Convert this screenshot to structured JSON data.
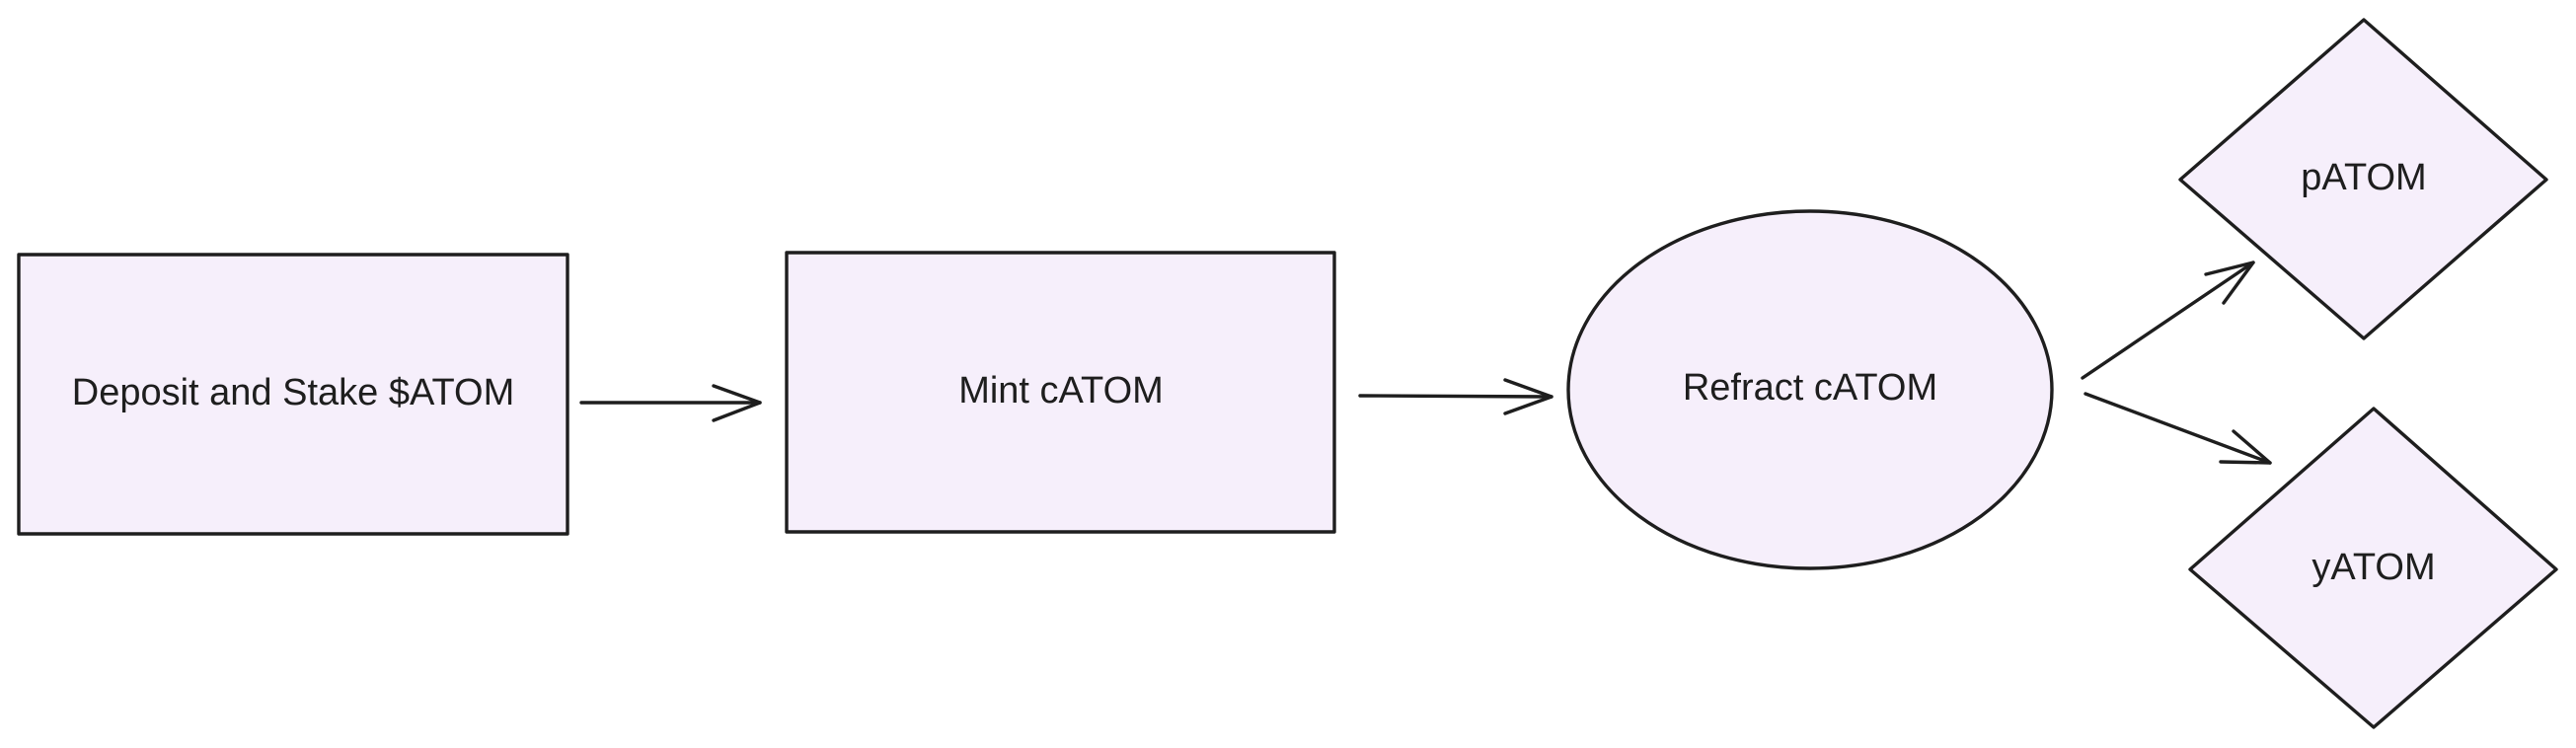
{
  "diagram": {
    "type": "flowchart",
    "nodes": [
      {
        "id": "deposit",
        "label": "Deposit and Stake $ATOM",
        "shape": "rectangle"
      },
      {
        "id": "mint",
        "label": "Mint cATOM",
        "shape": "rectangle"
      },
      {
        "id": "refract",
        "label": "Refract cATOM",
        "shape": "ellipse"
      },
      {
        "id": "patom",
        "label": "pATOM",
        "shape": "diamond"
      },
      {
        "id": "yatom",
        "label": "yATOM",
        "shape": "diamond"
      }
    ],
    "edges": [
      {
        "from": "deposit",
        "to": "mint"
      },
      {
        "from": "mint",
        "to": "refract"
      },
      {
        "from": "refract",
        "to": "patom"
      },
      {
        "from": "refract",
        "to": "yatom"
      }
    ],
    "colors": {
      "node_fill": "#f6effb",
      "stroke": "#1e1e1e",
      "text": "#1e1e1e",
      "background": "#ffffff"
    }
  }
}
